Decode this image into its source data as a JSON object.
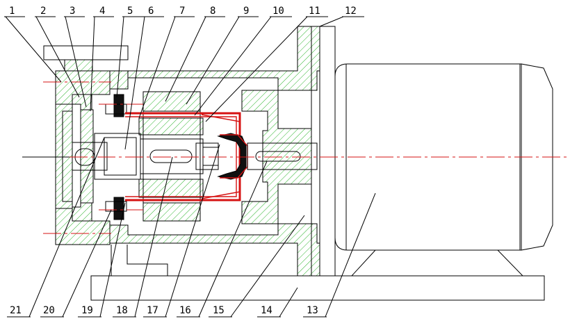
{
  "labels_top": [
    "1",
    "2",
    "3",
    "4",
    "5",
    "6",
    "7",
    "8",
    "9",
    "10",
    "11",
    "12"
  ],
  "labels_bottom": [
    "21",
    "20",
    "19",
    "18",
    "17",
    "16",
    "15",
    "14",
    "13"
  ],
  "colors": {
    "hatch": "#2fb52f",
    "magnet_ring": "#d61313",
    "centerline": "#d61313",
    "outline": "#000000"
  }
}
